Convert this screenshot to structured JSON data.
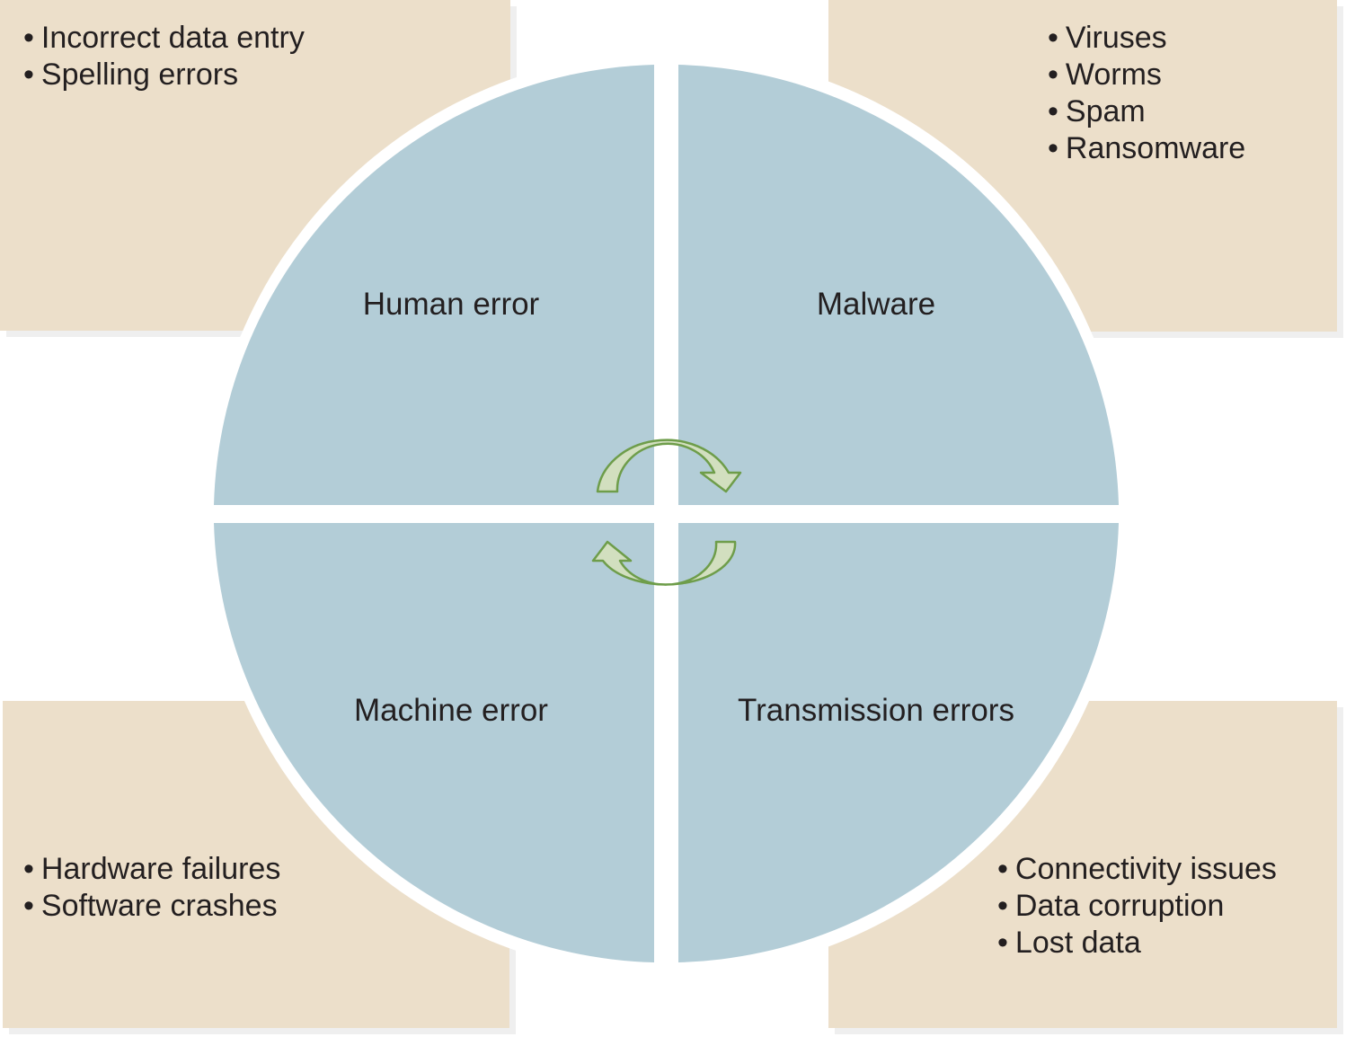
{
  "quadrants": {
    "top_left": {
      "label": "Human error",
      "items": [
        "Incorrect data entry",
        "Spelling errors"
      ]
    },
    "top_right": {
      "label": "Malware",
      "items": [
        "Viruses",
        "Worms",
        "Spam",
        "Ransomware"
      ]
    },
    "bottom_left": {
      "label": "Machine error",
      "items": [
        "Hardware failures",
        "Software crashes"
      ]
    },
    "bottom_right": {
      "label": "Transmission errors",
      "items": [
        "Connectivity issues",
        "Data corruption",
        "Lost data"
      ]
    }
  },
  "colors": {
    "panel": "#ecdfca",
    "quadrant": "#b3cdd7",
    "arrow_fill": "#d2dfbf",
    "arrow_stroke": "#6e9d4a",
    "text": "#231f20"
  },
  "icons": [
    "cycle-arrow-top-icon",
    "cycle-arrow-bottom-icon"
  ]
}
